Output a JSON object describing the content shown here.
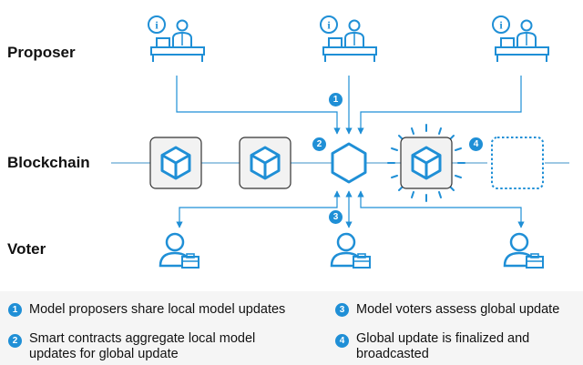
{
  "rows": {
    "proposer": "Proposer",
    "blockchain": "Blockchain",
    "voter": "Voter"
  },
  "steps": [
    "1",
    "2",
    "3",
    "4"
  ],
  "legend": [
    {
      "number": "1",
      "text": "Model proposers share local model updates"
    },
    {
      "number": "2",
      "line1": "Smart contracts aggregate local model",
      "line2": "updates for global update"
    },
    {
      "number": "3",
      "text": "Model voters assess global update"
    },
    {
      "number": "4",
      "line1": "Global update is finalized and",
      "line2": "broadcasted"
    }
  ],
  "icons": {
    "proposer": "person-at-desk-with-info-icon",
    "block": "cube-icon",
    "contract": "hexagon-icon",
    "voter": "person-with-briefcase-icon",
    "pending": "dashed-block-icon"
  },
  "colors": {
    "accent": "#1f8fd6",
    "line": "#7fb6dc",
    "block_bg": "#f2f2f2",
    "legend_bg": "#f5f5f5"
  }
}
